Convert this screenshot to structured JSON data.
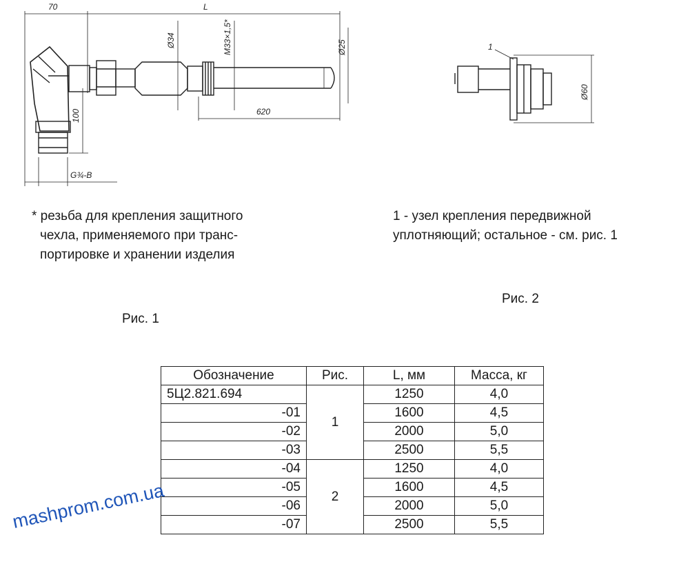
{
  "drawing1": {
    "dim_70": "70",
    "dim_L": "L",
    "dim_d34": "Ø34",
    "dim_thread": "M33×1,5*",
    "dim_d25": "Ø25",
    "dim_620": "620",
    "dim_100": "100",
    "dim_g": "G¾-B"
  },
  "drawing2": {
    "label_1": "1",
    "dim_d60": "Ø60"
  },
  "note1": {
    "lines": [
      "* резьба для крепления защитного",
      "чехла,    применяемого при транс-",
      "портировке и хранении изделия"
    ]
  },
  "note2": {
    "lines": [
      "1 - узел крепления передвижной",
      "уплотняющий; остальное - см. рис. 1"
    ]
  },
  "captions": {
    "fig1": "Рис. 1",
    "fig2": "Рис. 2"
  },
  "table": {
    "headers": [
      "Обозначение",
      "Рис.",
      "L, мм",
      "Масса, кг"
    ],
    "rows": [
      {
        "designation": "5Ц2.821.694",
        "fig": "1",
        "length": "1250",
        "mass": "4,0"
      },
      {
        "designation": "-01",
        "fig": "1",
        "length": "1600",
        "mass": "4,5"
      },
      {
        "designation": "-02",
        "fig": "1",
        "length": "2000",
        "mass": "5,0"
      },
      {
        "designation": "-03",
        "fig": "1",
        "length": "2500",
        "mass": "5,5"
      },
      {
        "designation": "-04",
        "fig": "2",
        "length": "1250",
        "mass": "4,0"
      },
      {
        "designation": "-05",
        "fig": "2",
        "length": "1600",
        "mass": "4,5"
      },
      {
        "designation": "-06",
        "fig": "2",
        "length": "2000",
        "mass": "5,0"
      },
      {
        "designation": "-07",
        "fig": "2",
        "length": "2500",
        "mass": "5,5"
      }
    ]
  },
  "watermark": "mashprom.com.ua"
}
